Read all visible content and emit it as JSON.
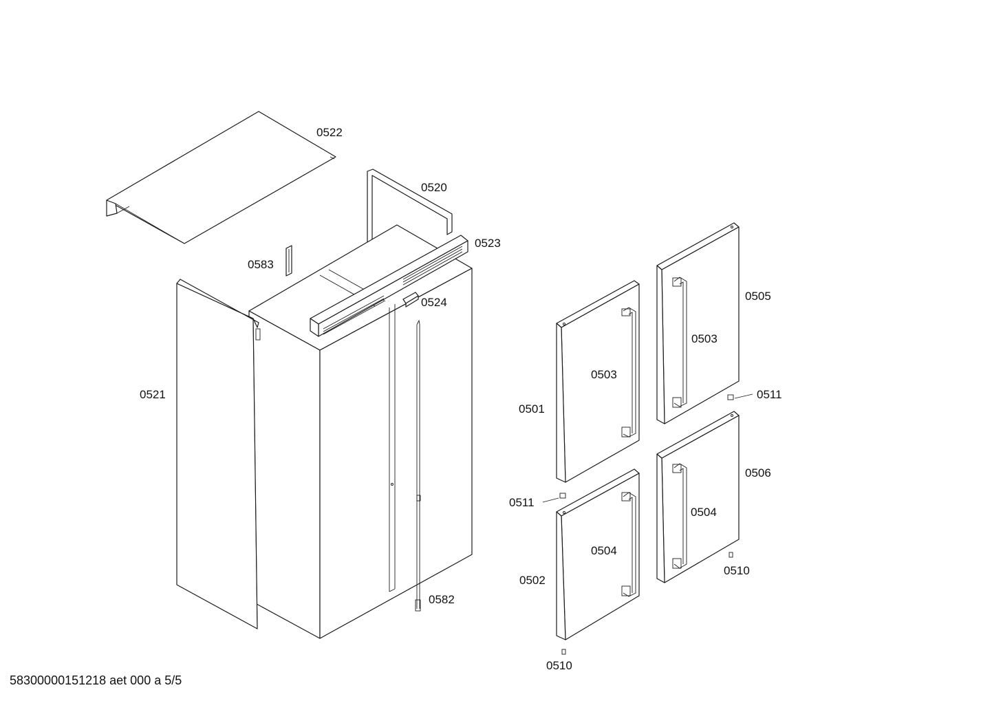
{
  "labels": {
    "p0522": "0522",
    "p0520": "0520",
    "p0523": "0523",
    "p0583": "0583",
    "p0524": "0524",
    "p0521": "0521",
    "p0582": "0582",
    "p0505": "0505",
    "p0503a": "0503",
    "p0503b": "0503",
    "p0511a": "0511",
    "p0511b": "0511",
    "p0501": "0501",
    "p0506": "0506",
    "p0504a": "0504",
    "p0504b": "0504",
    "p0510a": "0510",
    "p0510b": "0510",
    "p0502": "0502"
  },
  "footer": "58300000151218 aet 000 a 5/5"
}
